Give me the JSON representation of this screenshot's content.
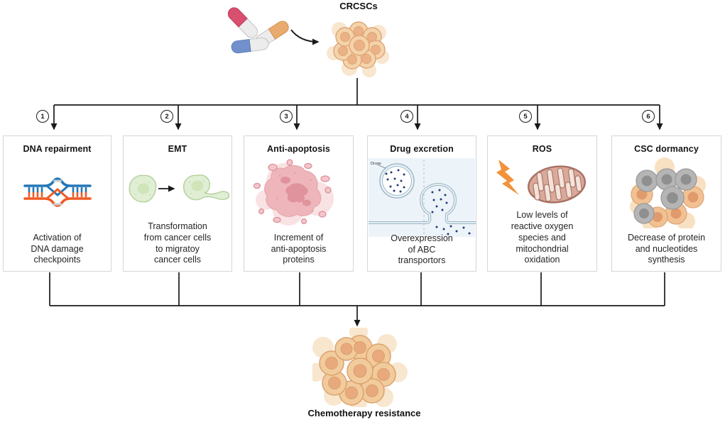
{
  "top": {
    "crcscs_label": "CRCSCs",
    "pills_icon": "pills-icon",
    "cluster_icon": "cancer-stem-cell-cluster-icon"
  },
  "steps": [
    {
      "number": "1",
      "title": "DNA repairment",
      "description": "Activation of\nDNA damage\ncheckpoints",
      "icon": "dna-repair-icon"
    },
    {
      "number": "2",
      "title": "EMT",
      "description": "Transformation\nfrom cancer cells\nto migratoy\ncancer cells",
      "icon": "emt-cells-icon"
    },
    {
      "number": "3",
      "title": "Anti-apoptosis",
      "description": "Increment of\nanti-apoptosis\nproteins",
      "icon": "apoptotic-cell-icon"
    },
    {
      "number": "4",
      "title": "Drug excretion",
      "description": "Overexpression\nof ABC\ntransportors",
      "icon": "drug-vesicle-exocytosis-icon",
      "annotation": "Drugs"
    },
    {
      "number": "5",
      "title": "ROS",
      "description": "Low levels of\nreactive oxygen\nspecies and\nmitochondrial\noxidation",
      "icon": "lightning-mitochondrion-icon"
    },
    {
      "number": "6",
      "title": "CSC dormancy",
      "description": "Decrease of protein\nand nucleotides\nsynthesis",
      "icon": "dormant-cell-cluster-icon"
    }
  ],
  "bottom": {
    "result_label": "Chemotherapy resistance",
    "cluster_icon": "resistant-cell-cluster-icon"
  },
  "colors": {
    "line": "#1a1a1a",
    "box_border": "#d6d6d6",
    "dna_blue": "#2277b8",
    "dna_orange": "#ef5a24",
    "emt_green_fill": "#e0eed4",
    "emt_green_stroke": "#b3d09c",
    "apoptosis_pink": "#eeb5ba",
    "drug_panel_blue": "#edf4f9",
    "drug_dot_navy": "#223c7c",
    "membrane_blue": "#9db8c6",
    "ros_bolt_orange": "#f2923a",
    "mito_body_pink": "#d9a99b",
    "mito_outline": "#a87163",
    "dormant_gray": "#b5b5b5",
    "cell_tan_fill": "#f4d3aa",
    "cell_tan_stroke": "#dfa473",
    "pill_red": "#d84f70",
    "pill_orange": "#e8ab6d",
    "pill_blue": "#7291cc"
  }
}
